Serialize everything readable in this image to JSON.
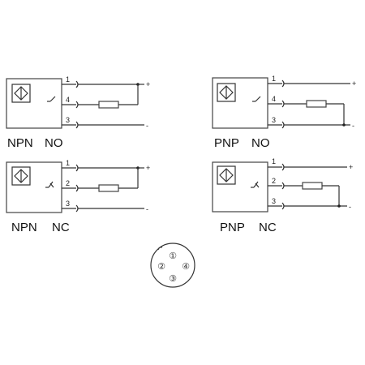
{
  "diagrams": [
    {
      "type_label": "NPN",
      "mode_label": "NO",
      "pins": [
        "1",
        "4",
        "3"
      ],
      "polarity": [
        "+",
        "-"
      ]
    },
    {
      "type_label": "PNP",
      "mode_label": "NO",
      "pins": [
        "1",
        "4",
        "3"
      ],
      "polarity": [
        "+",
        "-"
      ]
    },
    {
      "type_label": "NPN",
      "mode_label": "NC",
      "pins": [
        "1",
        "2",
        "3"
      ],
      "polarity": [
        "+",
        "-"
      ]
    },
    {
      "type_label": "PNP",
      "mode_label": "NC",
      "pins": [
        "1",
        "2",
        "3"
      ],
      "polarity": [
        "+",
        "-"
      ]
    }
  ],
  "connector": {
    "pins": [
      "①",
      "②",
      "③",
      "④"
    ]
  }
}
